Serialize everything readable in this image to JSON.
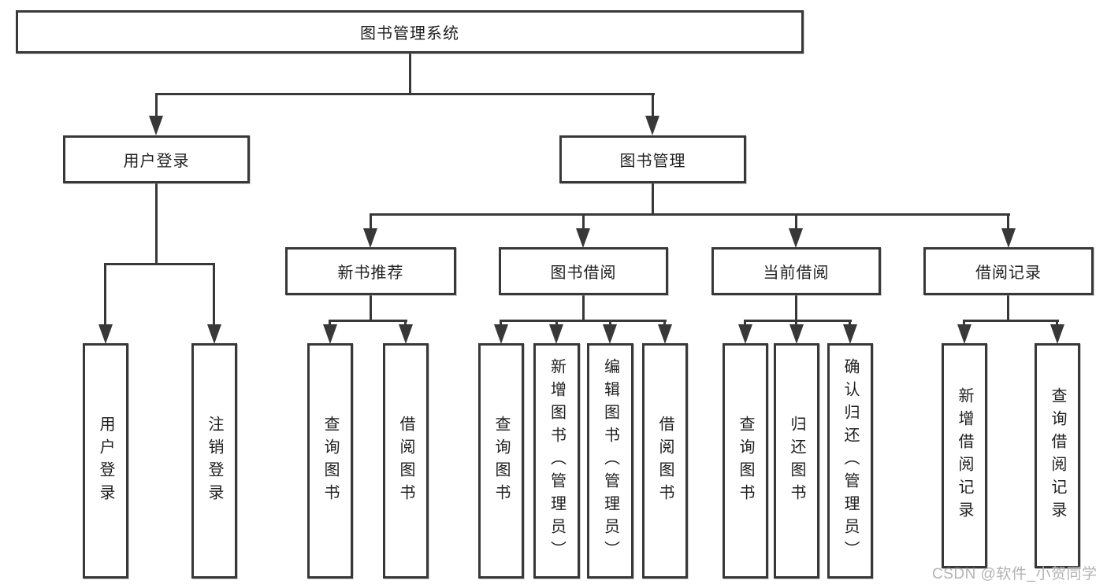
{
  "diagram": {
    "root": {
      "label": "图书管理系统"
    },
    "level2": [
      {
        "label": "用户登录"
      },
      {
        "label": "图书管理"
      }
    ],
    "level3": [
      {
        "label": "新书推荐",
        "parent": "图书管理"
      },
      {
        "label": "图书借阅",
        "parent": "图书管理"
      },
      {
        "label": "当前借阅",
        "parent": "图书管理"
      },
      {
        "label": "借阅记录",
        "parent": "图书管理"
      }
    ],
    "leaves": [
      {
        "label": "用户登录",
        "parent": "用户登录"
      },
      {
        "label": "注销登录",
        "parent": "用户登录"
      },
      {
        "label": "查询图书",
        "parent": "新书推荐"
      },
      {
        "label": "借阅图书",
        "parent": "新书推荐"
      },
      {
        "label": "查询图书",
        "parent": "图书借阅"
      },
      {
        "label": "新增图书（管理员）",
        "parent": "图书借阅"
      },
      {
        "label": "编辑图书（管理员）",
        "parent": "图书借阅"
      },
      {
        "label": "借阅图书",
        "parent": "图书借阅"
      },
      {
        "label": "查询图书",
        "parent": "当前借阅"
      },
      {
        "label": "归还图书",
        "parent": "当前借阅"
      },
      {
        "label": "确认归还（管理员）",
        "parent": "当前借阅"
      },
      {
        "label": "新增借阅记录",
        "parent": "借阅记录"
      },
      {
        "label": "查询借阅记录",
        "parent": "借阅记录"
      }
    ]
  },
  "watermark": {
    "text": "CSDN @软件_小贺同学"
  },
  "colors": {
    "line": "#383838",
    "box_border": "#383838",
    "text": "#1f1f1f",
    "background": "#ffffff",
    "watermark": "#b3b3b3"
  }
}
